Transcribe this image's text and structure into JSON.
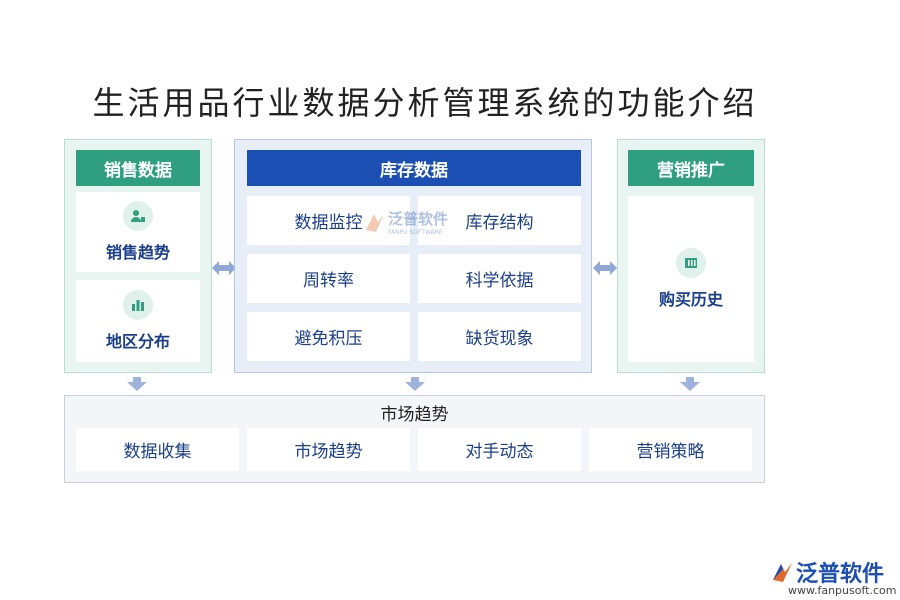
{
  "title": "生活用品行业数据分析管理系统的功能介绍",
  "sales": {
    "header": "销售数据",
    "items": [
      {
        "label": "销售趋势",
        "icon": "person-chart-icon"
      },
      {
        "label": "地区分布",
        "icon": "bar-chart-icon"
      }
    ]
  },
  "inventory": {
    "header": "库存数据",
    "cells": [
      "数据监控",
      "库存结构",
      "周转率",
      "科学依据",
      "避免积压",
      "缺货现象"
    ]
  },
  "marketing": {
    "header": "营销推广",
    "item": {
      "label": "购买历史",
      "icon": "ledger-icon"
    }
  },
  "market": {
    "title": "市场趋势",
    "cells": [
      "数据收集",
      "市场趋势",
      "对手动态",
      "营销策略"
    ]
  },
  "watermark": {
    "text": "泛普软件",
    "sub": "FANPU SOFTWARE"
  },
  "brand": {
    "name": "泛普软件",
    "url": "www.fanpusoft.com"
  },
  "colors": {
    "green": "#2f9f80",
    "blue": "#1b4fb3",
    "text_blue": "#1b3f8a"
  }
}
